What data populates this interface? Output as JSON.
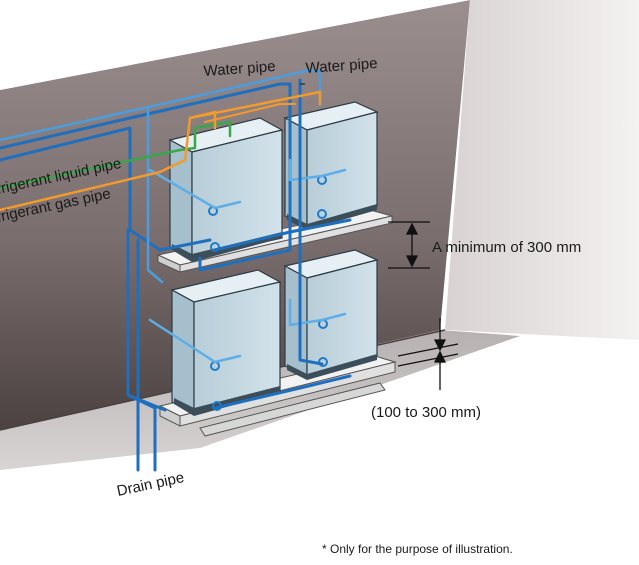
{
  "labels": {
    "water_pipe_1": "Water pipe",
    "water_pipe_2": "Water pipe",
    "refrigerant_liquid_pipe": "frigerant liquid pipe",
    "refrigerant_gas_pipe": "frigerant gas pipe",
    "min_clearance": "A minimum of 300 mm",
    "floor_clearance": "(100 to 300 mm)",
    "drain_pipe": "Drain pipe",
    "footnote": "* Only for the purpose of illustration."
  },
  "colors": {
    "wall_top": "#8f8383",
    "wall_bottom": "#5b4f4f",
    "floor": "#6e6262",
    "unit_face": "#c2d6e0",
    "unit_side": "#a9c2cf",
    "unit_top": "#e4eef3",
    "water_pipe": "#1f7ac8",
    "water_pipe_light": "#5eaee6",
    "refrigerant_liquid": "#3aa64a",
    "refrigerant_gas": "#f29a2e",
    "drain_pipe": "#1f6fbf"
  }
}
